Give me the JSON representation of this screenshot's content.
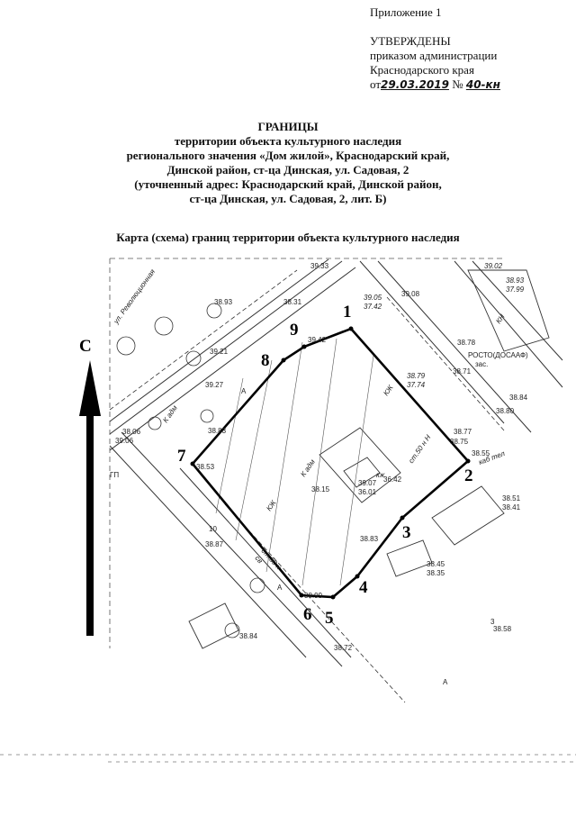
{
  "header": {
    "appendix": "Приложение 1",
    "approved": "УТВЕРЖДЕНЫ",
    "order_line": "приказом администрации",
    "region_line": "Краснодарского края",
    "date_prefix": "от",
    "date": "29.03.2019",
    "number_prefix": "№",
    "number": "40-кн"
  },
  "title": {
    "heading": "ГРАНИЦЫ",
    "line1": "территории объекта культурного наследия",
    "line2": "регионального значения «Дом жилой», Краснодарский край,",
    "line3": "Динской район, ст-ца Динская, ул. Садовая, 2",
    "line4": "(уточненный адрес: Краснодарский край, Динской район,",
    "line5": "ст-ца Динская, ул. Садовая, 2, лит. Б)"
  },
  "map": {
    "caption": "Карта (схема) границ территории объекта культурного наследия",
    "north": "С",
    "street": "ул. Революционная",
    "boundary_points": [
      "1",
      "2",
      "3",
      "4",
      "5",
      "6",
      "7",
      "8",
      "9"
    ],
    "labels": {
      "a1": "А",
      "a2": "А",
      "a3": "А",
      "kzh": "КЖ",
      "kzh2": "КЖ",
      "kadm1": "К адм",
      "kadm2": "К адм",
      "kn": "КН",
      "kz": "кж",
      "rost": "РОСТО(ДОСААФ)",
      "zas": "зас.",
      "kab": "каб тел",
      "st50a": "ст.50 н Н",
      "st50b": "ст.50 н",
      "gp": "ГП",
      "sv": "св",
      "num10": "10",
      "num3": "3"
    },
    "elevations": [
      "38.31",
      "39.33",
      "39.21",
      "39.27",
      "39.06",
      "38.83",
      "39.05",
      "37.42",
      "39.08",
      "38.79",
      "37.74",
      "38.78",
      "38.71",
      "39.02",
      "38.93",
      "37.99",
      "38.84",
      "38.80",
      "38.77",
      "38.75",
      "38.55",
      "38.51",
      "38.41",
      "38.45",
      "38.35",
      "38.58",
      "38.72",
      "38.84",
      "38.87",
      "38.83",
      "38.53",
      "38.15",
      "39.07",
      "36.01",
      "36.42",
      "39.42",
      "38.93",
      "38.99",
      "38.06"
    ]
  }
}
